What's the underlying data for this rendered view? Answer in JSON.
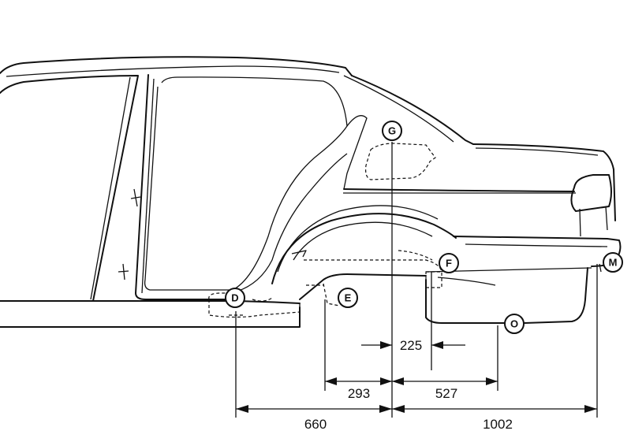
{
  "points": [
    {
      "id": "point-d",
      "label": "D"
    },
    {
      "id": "point-e",
      "label": "E"
    },
    {
      "id": "point-f",
      "label": "F"
    },
    {
      "id": "point-g",
      "label": "G"
    },
    {
      "id": "point-m",
      "label": "M"
    },
    {
      "id": "point-o",
      "label": "O"
    }
  ],
  "dimensions": {
    "d225": "225",
    "d293": "293",
    "d527": "527",
    "d660": "660",
    "d1002": "1002"
  }
}
